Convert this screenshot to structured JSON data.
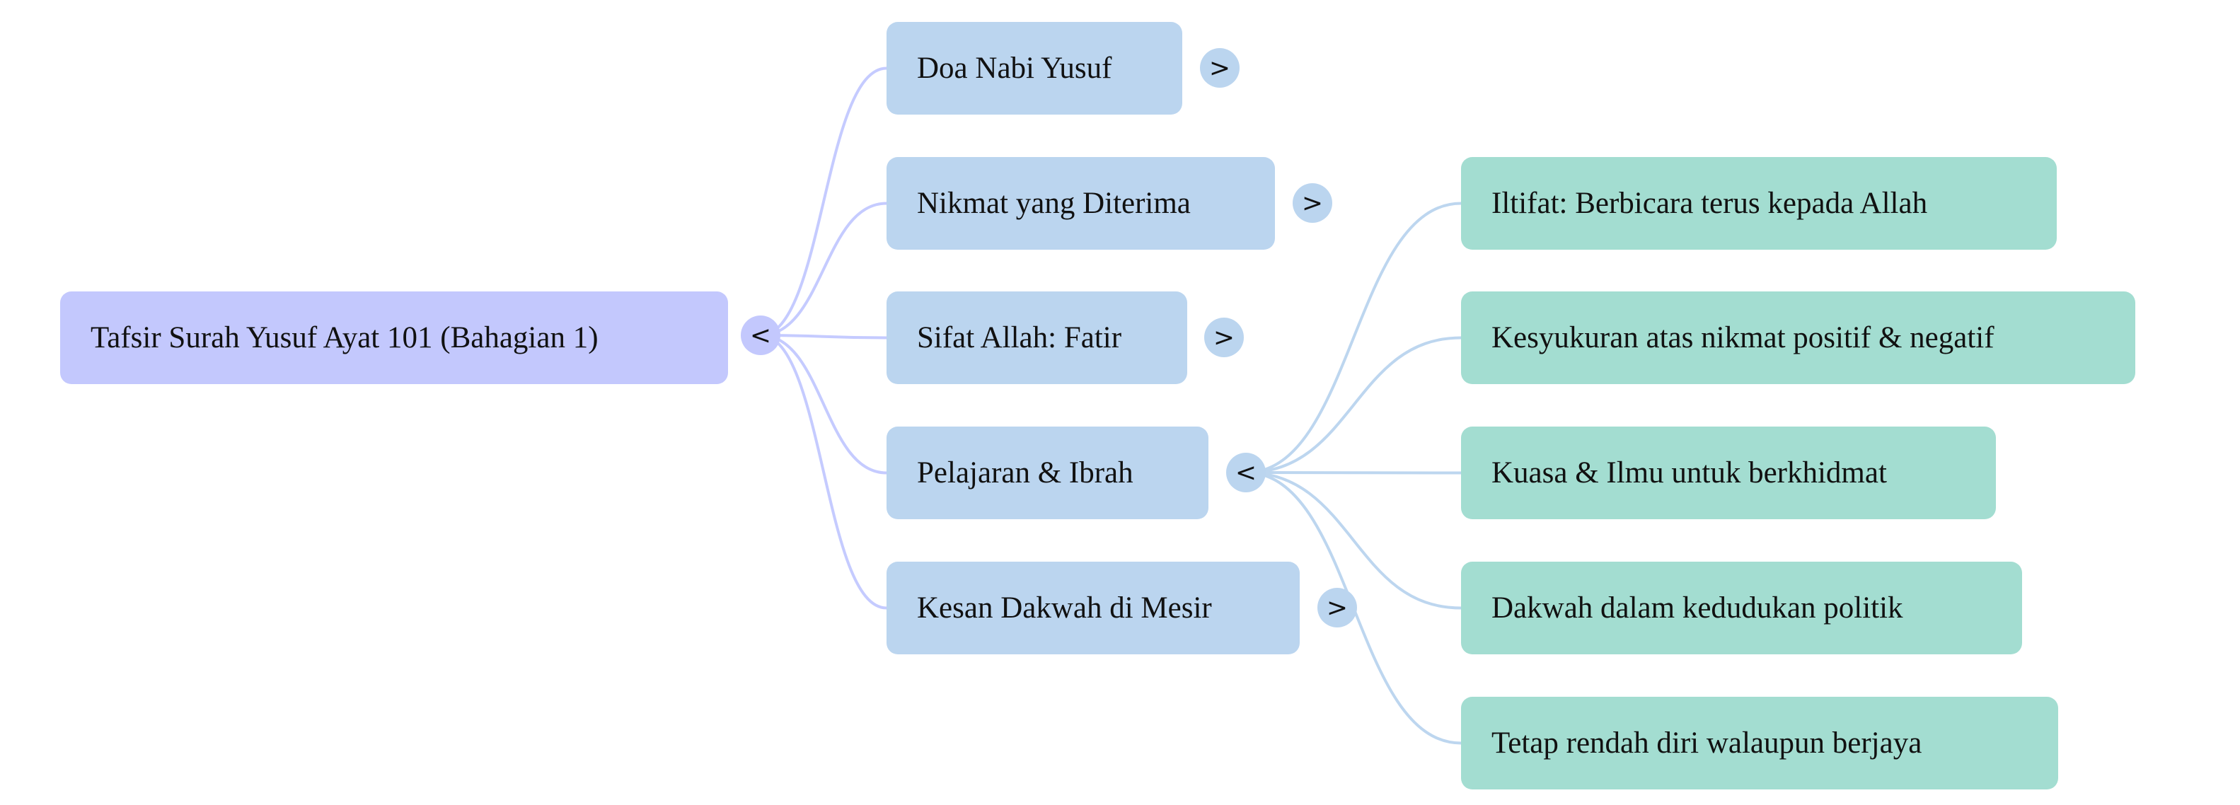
{
  "colors": {
    "root_fill": "#c3c8fd",
    "level1_fill": "#bbd5ef",
    "level2_fill": "#a3ddd1",
    "root_link": "#c5cbff",
    "level1_link": "#bdd6ef",
    "text": "#111111"
  },
  "mindmap": {
    "root": {
      "label": "Tafsir Surah Yusuf Ayat 101 (Bahagian 1)",
      "toggle": "<",
      "toggle_icon": "collapse-icon",
      "expanded": true
    },
    "children": [
      {
        "label": "Doa Nabi Yusuf",
        "toggle": ">",
        "toggle_icon": "expand-icon",
        "expanded": false,
        "children": []
      },
      {
        "label": "Nikmat yang Diterima",
        "toggle": ">",
        "toggle_icon": "expand-icon",
        "expanded": false,
        "children": []
      },
      {
        "label": "Sifat Allah: Fatir",
        "toggle": ">",
        "toggle_icon": "expand-icon",
        "expanded": false,
        "children": []
      },
      {
        "label": "Pelajaran & Ibrah",
        "toggle": "<",
        "toggle_icon": "collapse-icon",
        "expanded": true,
        "children": [
          {
            "label": "Iltifat: Berbicara terus kepada Allah"
          },
          {
            "label": "Kesyukuran atas nikmat positif & negatif"
          },
          {
            "label": "Kuasa & Ilmu untuk berkhidmat"
          },
          {
            "label": "Dakwah dalam kedudukan politik"
          },
          {
            "label": "Tetap rendah diri walaupun berjaya"
          }
        ]
      },
      {
        "label": "Kesan Dakwah di Mesir",
        "toggle": ">",
        "toggle_icon": "expand-icon",
        "expanded": false,
        "children": []
      }
    ]
  }
}
